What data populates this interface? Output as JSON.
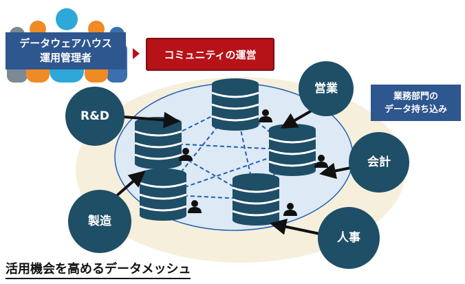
{
  "admin": {
    "line1": "データウェアハウス",
    "line2": "運用管理者"
  },
  "community": {
    "label": "コミュニティの運営"
  },
  "department_note": {
    "line1": "業務部門の",
    "line2": "データ持ち込み"
  },
  "departments": {
    "rd": "R&D",
    "sales": "営業",
    "accounting": "会計",
    "manufacturing": "製造",
    "hr": "人事"
  },
  "caption": "活用機会を高めるデータメッシュ",
  "colors": {
    "navy": "#1f4e67",
    "box_blue": "#2e568f",
    "accent_red": "#b61218",
    "ring_outer": "#f6efdc",
    "ring_inner": "#dde9f4",
    "dash_blue": "#1f5fb4",
    "people": [
      "#2ea8d8",
      "#f08a24",
      "#7c8a96",
      "#3c6fb0"
    ]
  },
  "icons": [
    "people-group-icon",
    "database-icon",
    "user-icon",
    "triangle-right-icon",
    "arrow-icon"
  ]
}
